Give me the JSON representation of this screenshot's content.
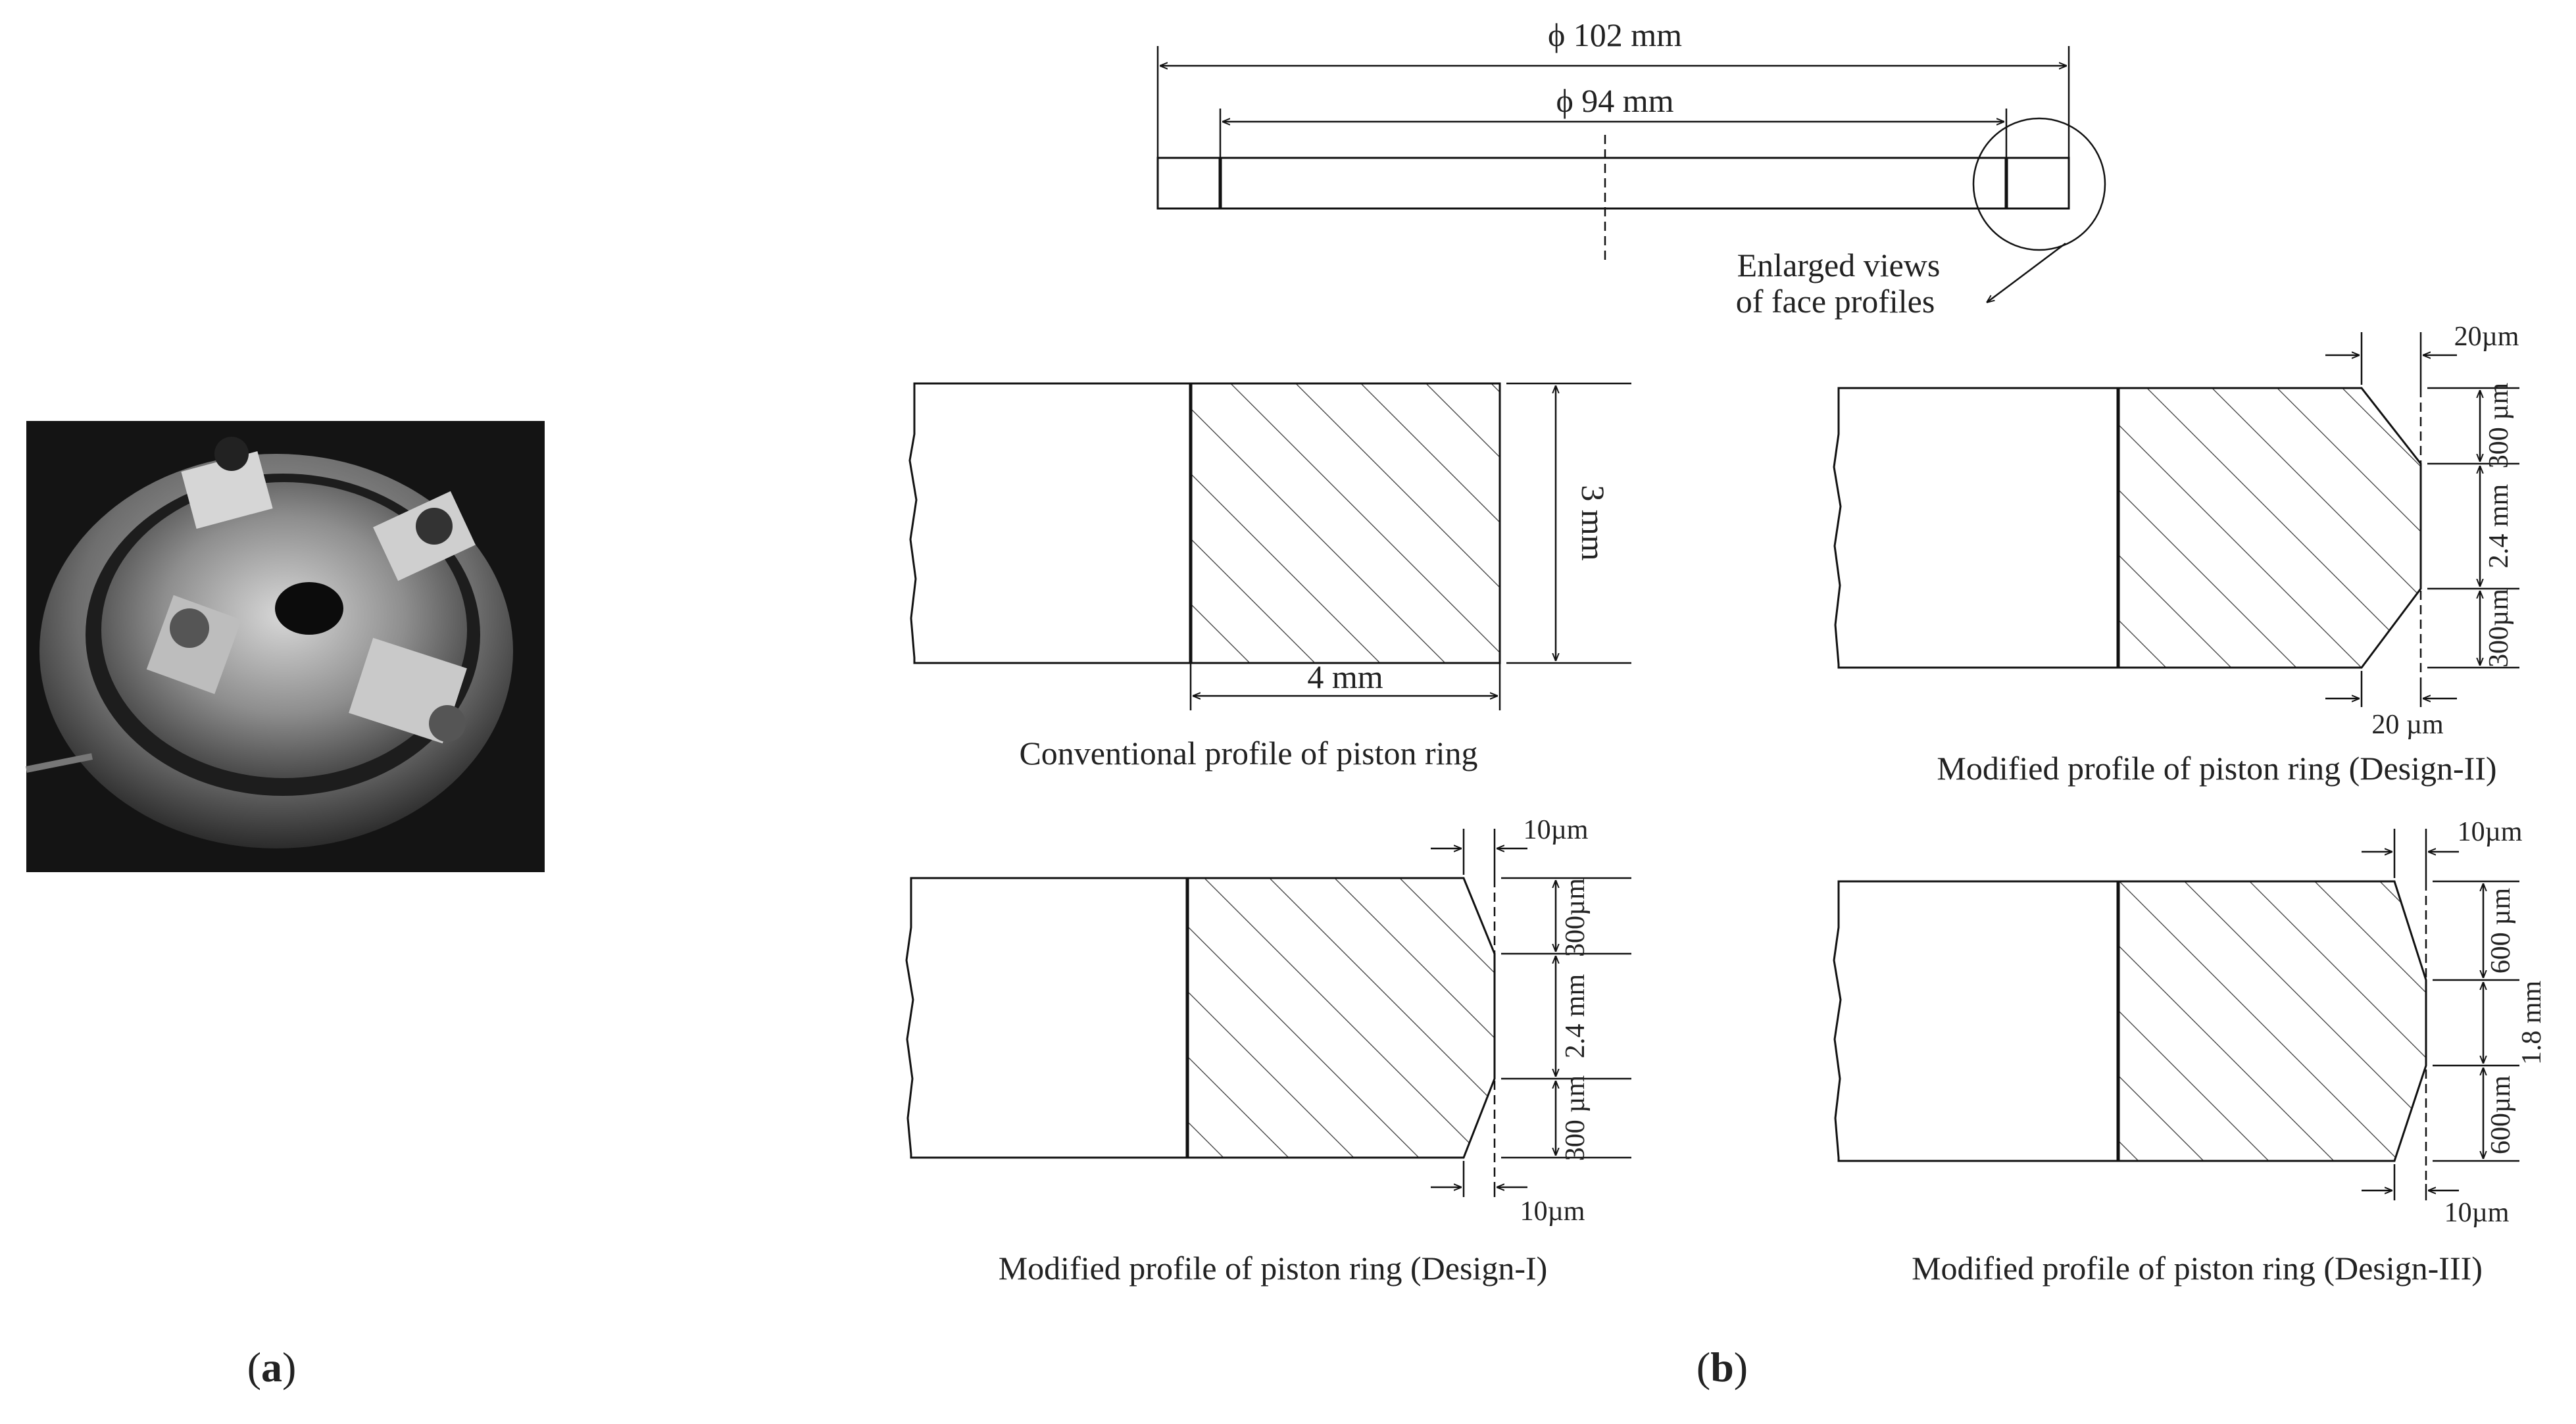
{
  "photo": {
    "description_icon": "piston-ring-test-rig-photo"
  },
  "panel_labels": {
    "a": "a",
    "b": "b"
  },
  "top_view": {
    "outer_diameter": "ϕ 102 mm",
    "inner_diameter": "ϕ 94 mm",
    "callout": [
      "Enlarged views",
      "of face profiles"
    ]
  },
  "profiles": {
    "conventional": {
      "caption": "Conventional profile of piston ring",
      "height": "3 mm",
      "width": "4 mm"
    },
    "design_2": {
      "caption": "Modified profile of piston ring (Design-II)",
      "top_offset": "20µm",
      "bottom_offset": "20 µm",
      "seg_top": "300 µm",
      "seg_mid": "2.4 mm",
      "seg_bottom": "300µm"
    },
    "design_1": {
      "caption": "Modified profile of piston ring (Design-I)",
      "top_offset": "10µm",
      "bottom_offset": "10µm",
      "seg_top": "300µm",
      "seg_mid": "2.4 mm",
      "seg_bottom": "300 µm"
    },
    "design_3": {
      "caption": "Modified profile of piston ring (Design-III)",
      "top_offset": "10µm",
      "bottom_offset": "10µm",
      "seg_top": "600 µm",
      "seg_mid": "1.8 mm",
      "seg_bottom": "600µm"
    }
  },
  "colors": {
    "line": "#111111",
    "photo_bg": "#141414",
    "metal": "#9a9a9a"
  }
}
